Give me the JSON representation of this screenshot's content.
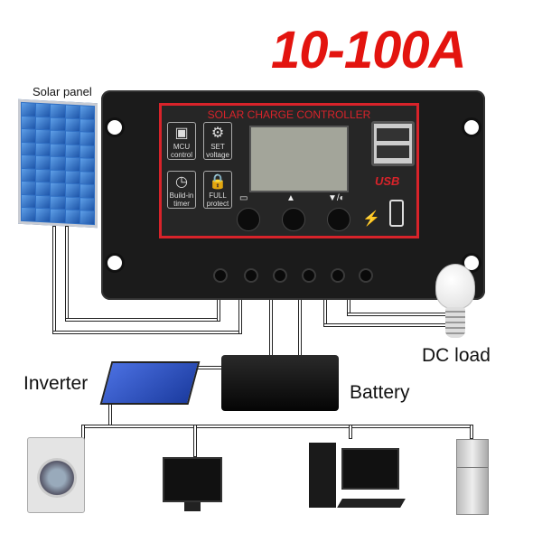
{
  "title": "10-100A",
  "labels": {
    "solar_panel": "Solar panel",
    "dc_load": "DC load",
    "inverter": "Inverter",
    "battery": "Battery"
  },
  "controller": {
    "title": "SOLAR CHARGE CONTROLLER",
    "features": [
      {
        "icon": "chip-icon",
        "line1": "MCU",
        "line2": "control"
      },
      {
        "icon": "gear-icon",
        "line1": "SET",
        "line2": "voltage"
      },
      {
        "icon": "clock-icon",
        "line1": "Build-in",
        "line2": "timer"
      },
      {
        "icon": "lock-icon",
        "line1": "FULL",
        "line2": "protect"
      }
    ],
    "usb_label": "USB"
  },
  "colors": {
    "accent": "#e3140f",
    "panel_blue": "#2f6fc4",
    "inverter_blue": "#2b4fc0"
  }
}
